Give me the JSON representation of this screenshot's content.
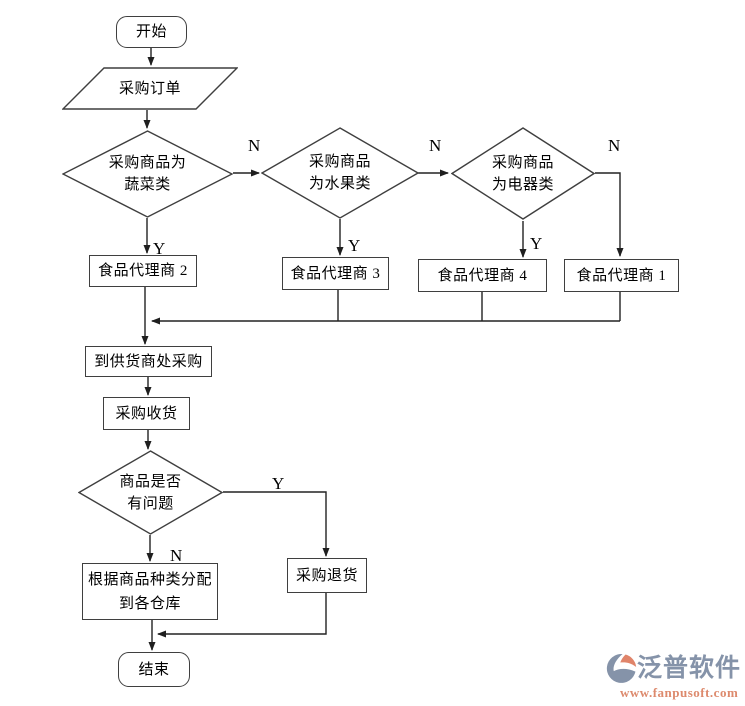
{
  "flowchart": {
    "nodes": {
      "start": {
        "label": "开始"
      },
      "order": {
        "label": "采购订单"
      },
      "decision_vegetable": {
        "label": "采购商品为\n蔬菜类"
      },
      "decision_fruit": {
        "label": "采购商品\n为水果类"
      },
      "decision_electric": {
        "label": "采购商品\n为电器类"
      },
      "agent2": {
        "label": "食品代理商 2"
      },
      "agent3": {
        "label": "食品代理商 3"
      },
      "agent4": {
        "label": "食品代理商 4"
      },
      "agent1": {
        "label": "食品代理商 1"
      },
      "supplier": {
        "label": "到供货商处采购"
      },
      "receive": {
        "label": "采购收货"
      },
      "decision_problem": {
        "label": "商品是否\n有问题"
      },
      "return": {
        "label": "采购退货"
      },
      "warehouse": {
        "label": "根据商品种类分配\n到各仓库"
      },
      "end": {
        "label": "结束"
      }
    },
    "edge_labels": {
      "n1": "N",
      "n2": "N",
      "n3": "N",
      "y1": "Y",
      "y2": "Y",
      "y3": "Y",
      "y4": "Y",
      "n4": "N"
    },
    "colors": {
      "line": "#222222",
      "border": "#3f3f3f"
    }
  },
  "watermark": {
    "brand": "泛普软件",
    "url": "www.fanpusoft.com",
    "brand_color": "#8593a9",
    "url_color": "#dd8a6d",
    "icon_orange": "#e0846a"
  }
}
